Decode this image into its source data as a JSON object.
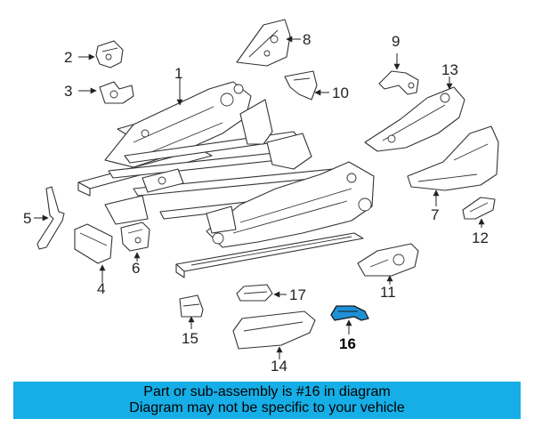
{
  "callouts": {
    "c1": "1",
    "c2": "2",
    "c3": "3",
    "c4": "4",
    "c5": "5",
    "c6": "6",
    "c7": "7",
    "c8": "8",
    "c9": "9",
    "c10": "10",
    "c11": "11",
    "c12": "12",
    "c13": "13",
    "c14": "14",
    "c15": "15",
    "c16": "16",
    "c17": "17"
  },
  "highlight": {
    "part_number": "16",
    "color": "#1e90d6"
  },
  "banner": {
    "line1": "Part or sub-assembly is #16 in diagram",
    "line2": "Diagram may not be specific to your vehicle",
    "background": "#16aee6"
  }
}
